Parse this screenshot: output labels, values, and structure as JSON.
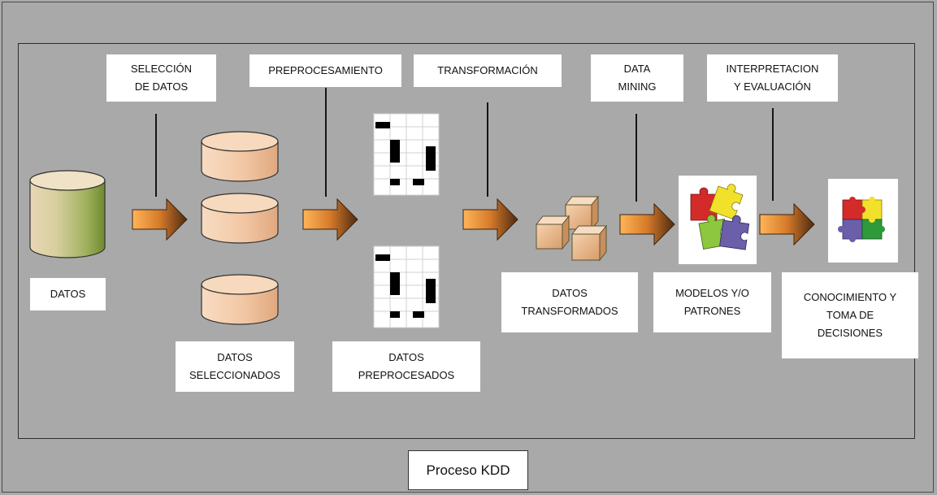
{
  "steps": {
    "seleccion": "SELECCIÓN\nDE DATOS",
    "preprocesamiento": "PREPROCESAMIENTO",
    "transformacion": "TRANSFORMACIÓN",
    "data_mining": "DATA\nMINING",
    "interpretacion": "INTERPRETACION\nY EVALUACIÓN"
  },
  "outputs": {
    "datos": "DATOS",
    "datos_seleccionados": "DATOS\nSELECCIONADOS",
    "datos_preprocesados": "DATOS\nPREPROCESADOS",
    "datos_transformados": "DATOS\nTRANSFORMADOS",
    "modelos_patrones": "MODELOS Y/O\nPATRONES",
    "conocimiento": "CONOCIMIENTO Y\nTOMA DE\nDECISIONES"
  },
  "footer": {
    "title": "Proceso KDD"
  },
  "colors": {
    "background": "#a9a9a9",
    "cylinder_green": "#8aa04a",
    "cylinder_peach": "#f2c7a4",
    "arrow_orange": "#f39a3c",
    "arrow_brown": "#5a3414",
    "cube": "#e3b386"
  },
  "icons": [
    "database-cylinder-icon",
    "table-grid-icon",
    "cubes-icon",
    "puzzle-icon"
  ]
}
